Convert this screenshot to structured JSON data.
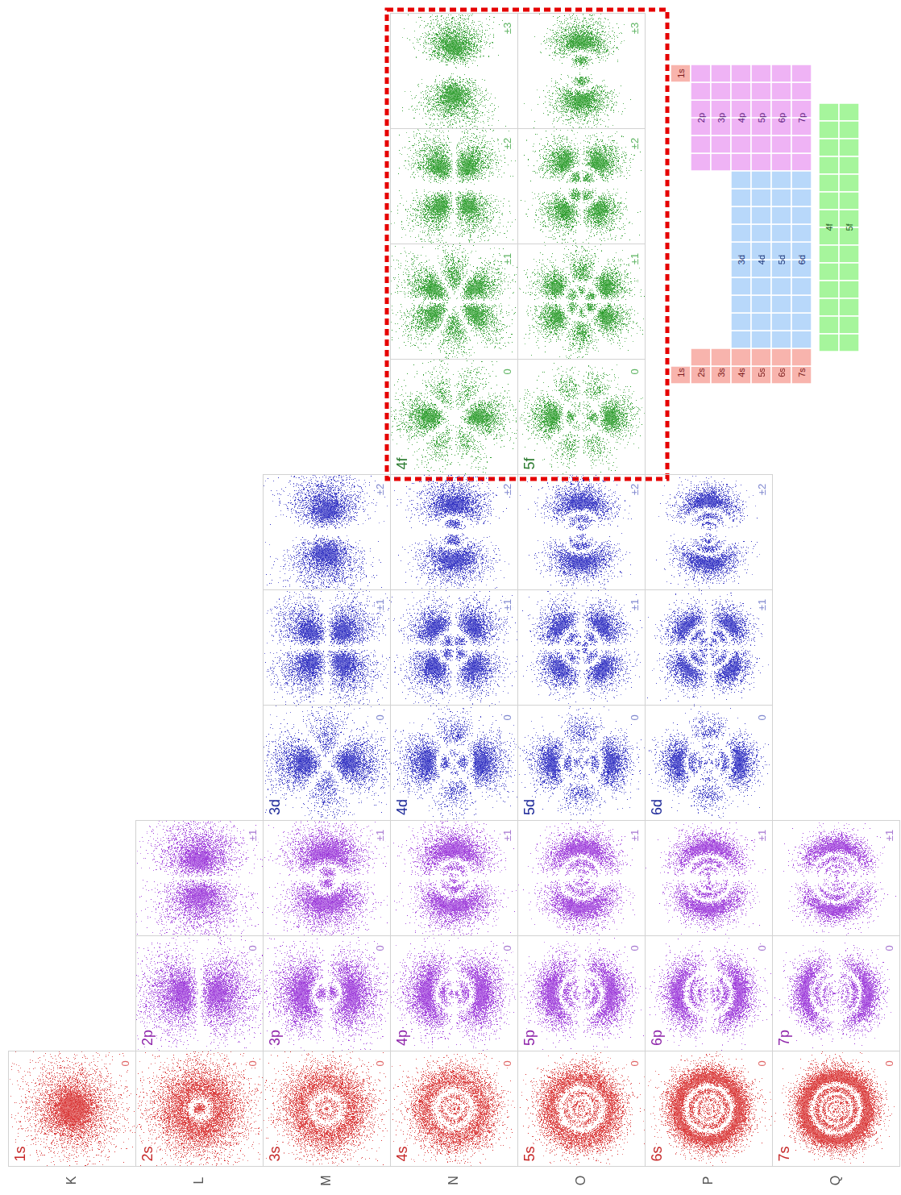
{
  "diagram": {
    "nodes": [
      {
        "text": [
          "1s",
          "0"
        ]
      },
      {
        "text": [
          "2s",
          "0"
        ]
      },
      {
        "text": [
          "3s",
          "0"
        ]
      },
      {
        "text": [
          "4s",
          "0"
        ]
      },
      {
        "text": [
          "5s",
          "0"
        ]
      },
      {
        "text": [
          "6s",
          "0"
        ]
      },
      {
        "text": [
          "7s",
          "0"
        ]
      },
      {
        "text": [
          "2p",
          "0"
        ]
      },
      {
        "text": [
          "±1"
        ]
      },
      {
        "text": [
          "3p",
          "0"
        ]
      },
      {
        "text": [
          "±1"
        ]
      },
      {
        "text": [
          "4p",
          "0"
        ]
      },
      {
        "text": [
          "±1"
        ]
      },
      {
        "text": [
          "5p",
          "0"
        ]
      },
      {
        "text": [
          "±1"
        ]
      },
      {
        "text": [
          "6p",
          "0"
        ]
      },
      {
        "text": [
          "±1"
        ]
      },
      {
        "text": [
          "7p",
          "0"
        ]
      },
      {
        "text": [
          "±1"
        ]
      },
      {
        "text": [
          "3d",
          "0"
        ]
      },
      {
        "text": [
          "±1"
        ]
      },
      {
        "text": [
          "±2"
        ]
      },
      {
        "text": [
          "4d",
          "0"
        ]
      },
      {
        "text": [
          "±1"
        ]
      },
      {
        "text": [
          "±2"
        ]
      },
      {
        "text": [
          "5d",
          "0"
        ]
      },
      {
        "text": [
          "±1"
        ]
      },
      {
        "text": [
          "±2"
        ]
      },
      {
        "text": [
          "6d",
          "0"
        ]
      },
      {
        "text": [
          "±1"
        ]
      },
      {
        "text": [
          "±2"
        ]
      },
      {
        "text": [
          "4f",
          "0"
        ]
      },
      {
        "text": [
          "±1"
        ]
      },
      {
        "text": [
          "±2"
        ]
      },
      {
        "text": [
          "±3"
        ]
      },
      {
        "text": [
          "5f",
          "0"
        ]
      },
      {
        "text": [
          "±1"
        ]
      },
      {
        "text": [
          "±2"
        ]
      },
      {
        "text": [
          "±3"
        ]
      }
    ],
    "labels": [
      "K",
      "L",
      "M",
      "N",
      "O",
      "P",
      "Q",
      "1s",
      "2s",
      "3s",
      "4s",
      "5s",
      "6s",
      "7s",
      "1s",
      "2p",
      "3p",
      "4p",
      "5p",
      "6p",
      "7p",
      "3d",
      "4d",
      "5d",
      "6d",
      "4f",
      "5f"
    ]
  }
}
